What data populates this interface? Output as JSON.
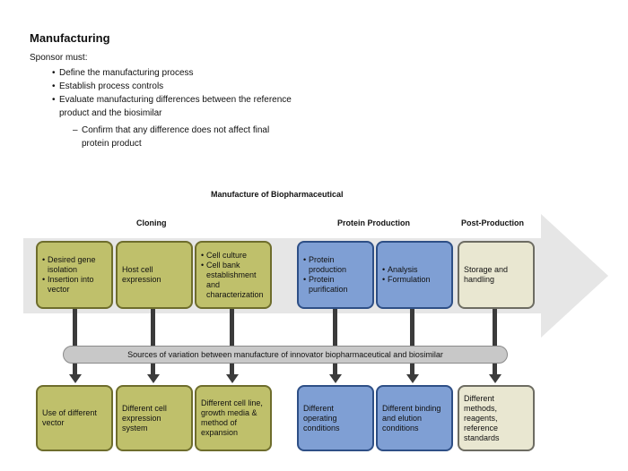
{
  "heading": "Manufacturing",
  "intro": "Sponsor must:",
  "bullets": [
    "Define the manufacturing process",
    "Establish process controls",
    "Evaluate manufacturing differences between the reference product and the biosimilar"
  ],
  "sub_bullet": "Confirm that any difference does not affect final protein product",
  "diagram": {
    "title": "Manufacture of Biopharmaceutical",
    "sections": {
      "cloning": "Cloning",
      "protein_production": "Protein Production",
      "post_production": "Post-Production"
    },
    "steps": [
      {
        "items": [
          "Desired gene isolation",
          "Insertion into vector"
        ]
      },
      {
        "text": "Host cell expression"
      },
      {
        "items": [
          "Cell culture",
          "Cell bank establishment and characterization"
        ]
      },
      {
        "items": [
          "Protein production",
          "Protein purification"
        ]
      },
      {
        "items": [
          "Analysis",
          "Formulation"
        ]
      },
      {
        "text": "Storage and handling"
      }
    ],
    "variation_label": "Sources of variation between manufacture of innovator biopharmaceutical and biosimilar",
    "variations": [
      "Use of different vector",
      "Different cell expression system",
      "Different cell line, growth media & method of expansion",
      "Different operating conditions",
      "Different binding and elution conditions",
      "Different methods, reagents, reference standards"
    ],
    "colors": {
      "cloning": "#bfc06b",
      "protein_production": "#7f9fd4",
      "post_production": "#e9e7d1",
      "process_arrow": "#e6e6e6"
    }
  }
}
